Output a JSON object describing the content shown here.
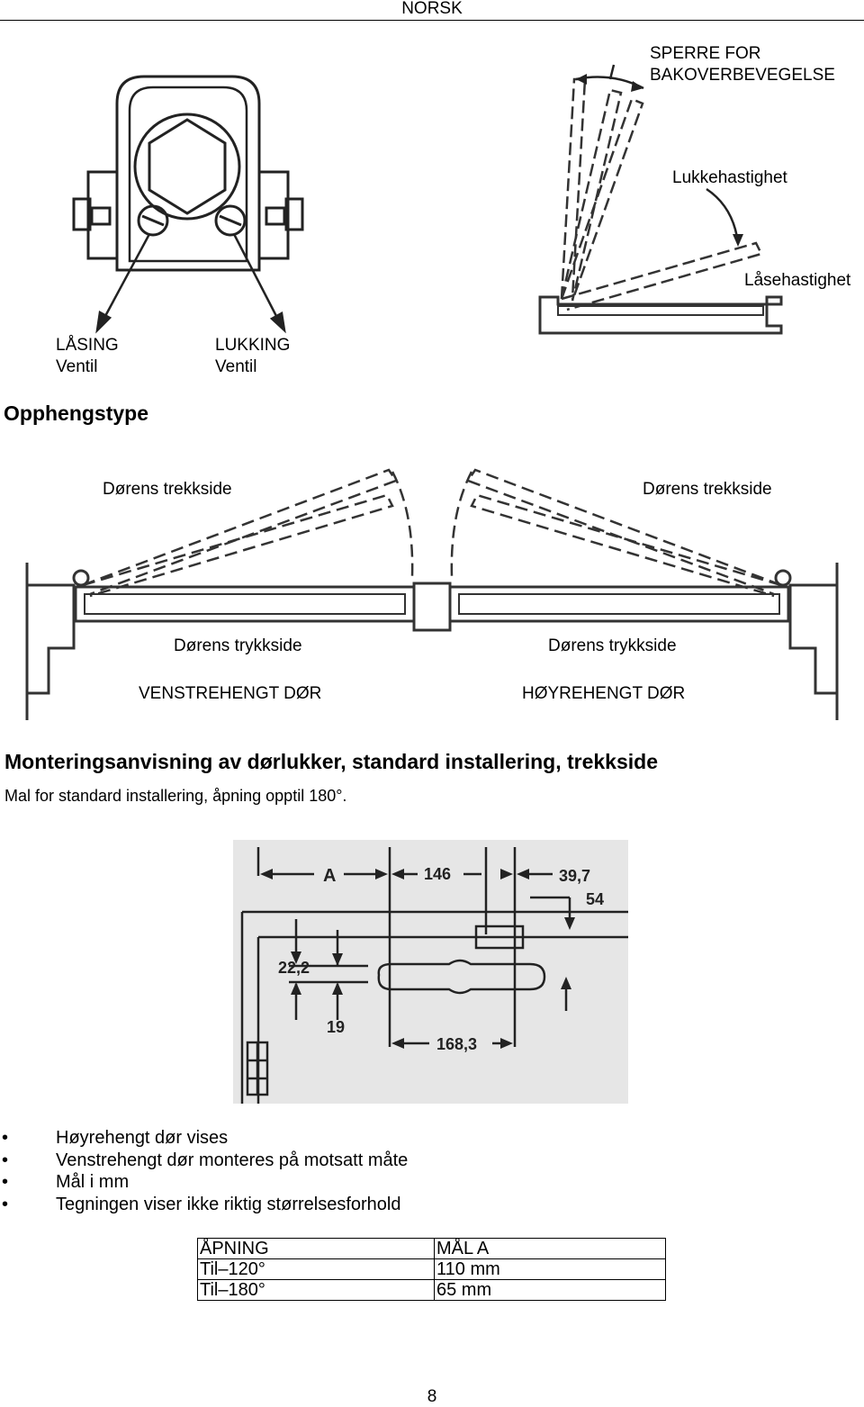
{
  "header": {
    "language": "NORSK"
  },
  "valve_diagram": {
    "locking_valve": {
      "line1": "LÅSING",
      "line2": "Ventil"
    },
    "closing_valve": {
      "line1": "LUKKING",
      "line2": "Ventil"
    }
  },
  "speed_diagram": {
    "backcheck_line1": "SPERRE FOR",
    "backcheck_line2": "BAKOVERBEVEGELSE",
    "closing_speed": "Lukkehastighet",
    "latch_speed": "Låsehastighet"
  },
  "mounting": {
    "title": "Opphengstype",
    "pull_side_left": "Dørens trekkside",
    "pull_side_right": "Dørens trekkside",
    "push_side_left": "Dørens trykkside",
    "push_side_right": "Dørens trykkside",
    "left_hand": "VENSTREHENGT DØR",
    "right_hand": "HØYREHENGT DØR"
  },
  "instructions": {
    "title": "Monteringsanvisning av dørlukker, standard installering, trekkside",
    "subtitle": "Mal for standard installering, åpning opptil 180°."
  },
  "template": {
    "dim_a": "A",
    "dim_146": "146",
    "dim_39_7": "39,7",
    "dim_54": "54",
    "dim_22_2": "22,2",
    "dim_19": "19",
    "dim_168_3": "168,3"
  },
  "notes": [
    "Høyrehengt dør vises",
    "Venstrehengt dør monteres på motsatt måte",
    "Mål i mm",
    "Tegningen viser ikke riktig størrelsesforhold"
  ],
  "table": {
    "header": [
      "ÅPNING",
      "MÅL A"
    ],
    "rows": [
      [
        "Til–120°",
        "110 mm"
      ],
      [
        "Til–180°",
        "65 mm"
      ]
    ]
  },
  "page_number": "8"
}
